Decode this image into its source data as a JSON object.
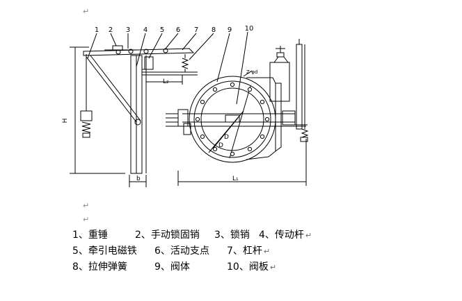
{
  "figure": {
    "callouts": [
      "1",
      "2",
      "3",
      "4",
      "5",
      "6",
      "7",
      "8",
      "9",
      "10"
    ],
    "dims": {
      "h": "H",
      "l2": "L₂",
      "b": "b",
      "l1": "L₁",
      "z": "Z-φd",
      "d": "D"
    }
  },
  "paragraph_mark": "↵",
  "legend": {
    "row1": [
      "1、重锤",
      "2、手动锁固销",
      "3、锁销",
      "4、传动杆"
    ],
    "row2": [
      "5、牵引电磁铁",
      "6、活动支点",
      "7、杠杆"
    ],
    "row3": [
      "8、拉伸弹簧",
      "9、阀体",
      "10、阀板"
    ]
  }
}
